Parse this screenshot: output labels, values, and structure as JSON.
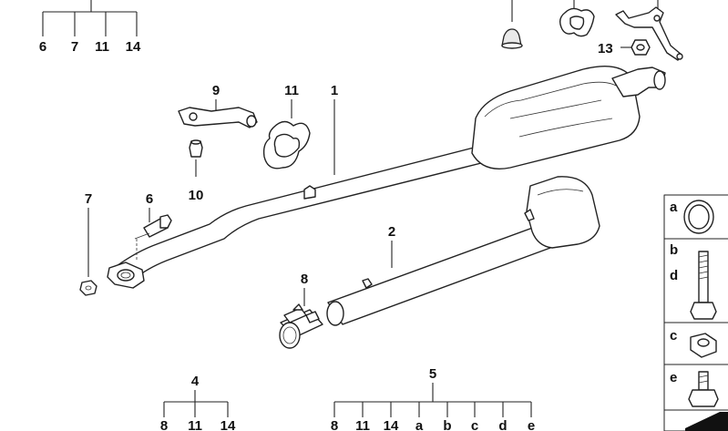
{
  "labels": {
    "part_1": "1",
    "part_2": "2",
    "part_4": "4",
    "part_5": "5",
    "part_6": "6",
    "part_7": "7",
    "part_8": "8",
    "part_9": "9",
    "part_10": "10",
    "part_11": "11",
    "part_13": "13"
  },
  "group_top_left": [
    "6",
    "7",
    "11",
    "14"
  ],
  "group_4": [
    "8",
    "11",
    "14"
  ],
  "group_5": [
    "8",
    "11",
    "14",
    "a",
    "b",
    "c",
    "d",
    "e"
  ],
  "side_panel": {
    "a": "a",
    "b": "b",
    "d": "d",
    "c": "c",
    "e": "e"
  }
}
